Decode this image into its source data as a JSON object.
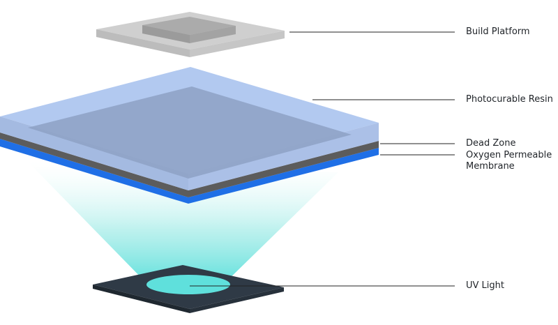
{
  "labels": {
    "build_platform": "Build Platform",
    "resin": "Photocurable Resin",
    "dead_zone": "Dead Zone",
    "membrane_line1": "Oxygen Permeable",
    "membrane_line2": "Membrane",
    "uv_light": "UV Light"
  },
  "colors": {
    "platform_top": "#cbcbcb",
    "platform_block": "#a9a9a9",
    "resin_top": "#aac3ee",
    "resin_inner": "#8fa3c6",
    "dead_zone": "#5c5c5c",
    "membrane": "#1f6fe6",
    "uv_beam": "#8fe7e0",
    "uv_source": "#2f3a46",
    "uv_spot": "#5fe0dc",
    "leader_line": "#222222",
    "text": "#1f2328"
  }
}
